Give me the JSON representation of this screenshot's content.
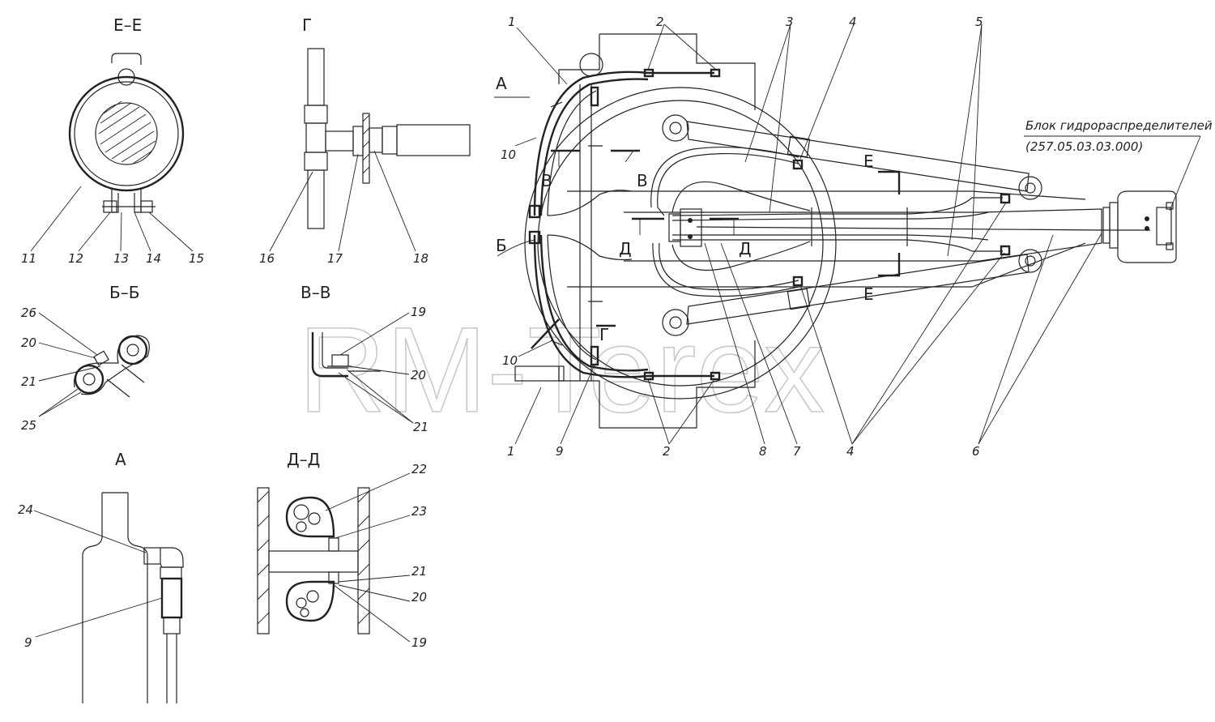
{
  "sections": {
    "ee": "Е–Е",
    "g": "Г",
    "bb": "Б–Б",
    "vv": "В–В",
    "a": "А",
    "dd": "Д–Д"
  },
  "view_marks": {
    "a": "А",
    "b": "Б",
    "v1": "В",
    "v2": "В",
    "g": "Г",
    "d1": "Д",
    "d2": "Д",
    "e1": "Е",
    "e2": "Е"
  },
  "note": {
    "line1": "Блок гидрораспределителей",
    "line2": "(257.05.03.03.000)"
  },
  "watermark": "RM-Terex",
  "callouts": {
    "c11": "11",
    "c12": "12",
    "c13": "13",
    "c14": "14",
    "c15": "15",
    "c16": "16",
    "c17": "17",
    "c18": "18",
    "c26": "26",
    "c20a": "20",
    "c21a": "21",
    "c25": "25",
    "c19a": "19",
    "c20b": "20",
    "c21b": "21",
    "c24": "24",
    "c9a": "9",
    "c22": "22",
    "c23": "23",
    "c21c": "21",
    "c20c": "20",
    "c19b": "19",
    "m1a": "1",
    "m2a": "2",
    "m3": "3",
    "m4a": "4",
    "m5": "5",
    "m10a": "10",
    "m10b": "10",
    "m1b": "1",
    "m9": "9",
    "m2b": "2",
    "m8": "8",
    "m7": "7",
    "m4b": "4",
    "m6": "6"
  }
}
